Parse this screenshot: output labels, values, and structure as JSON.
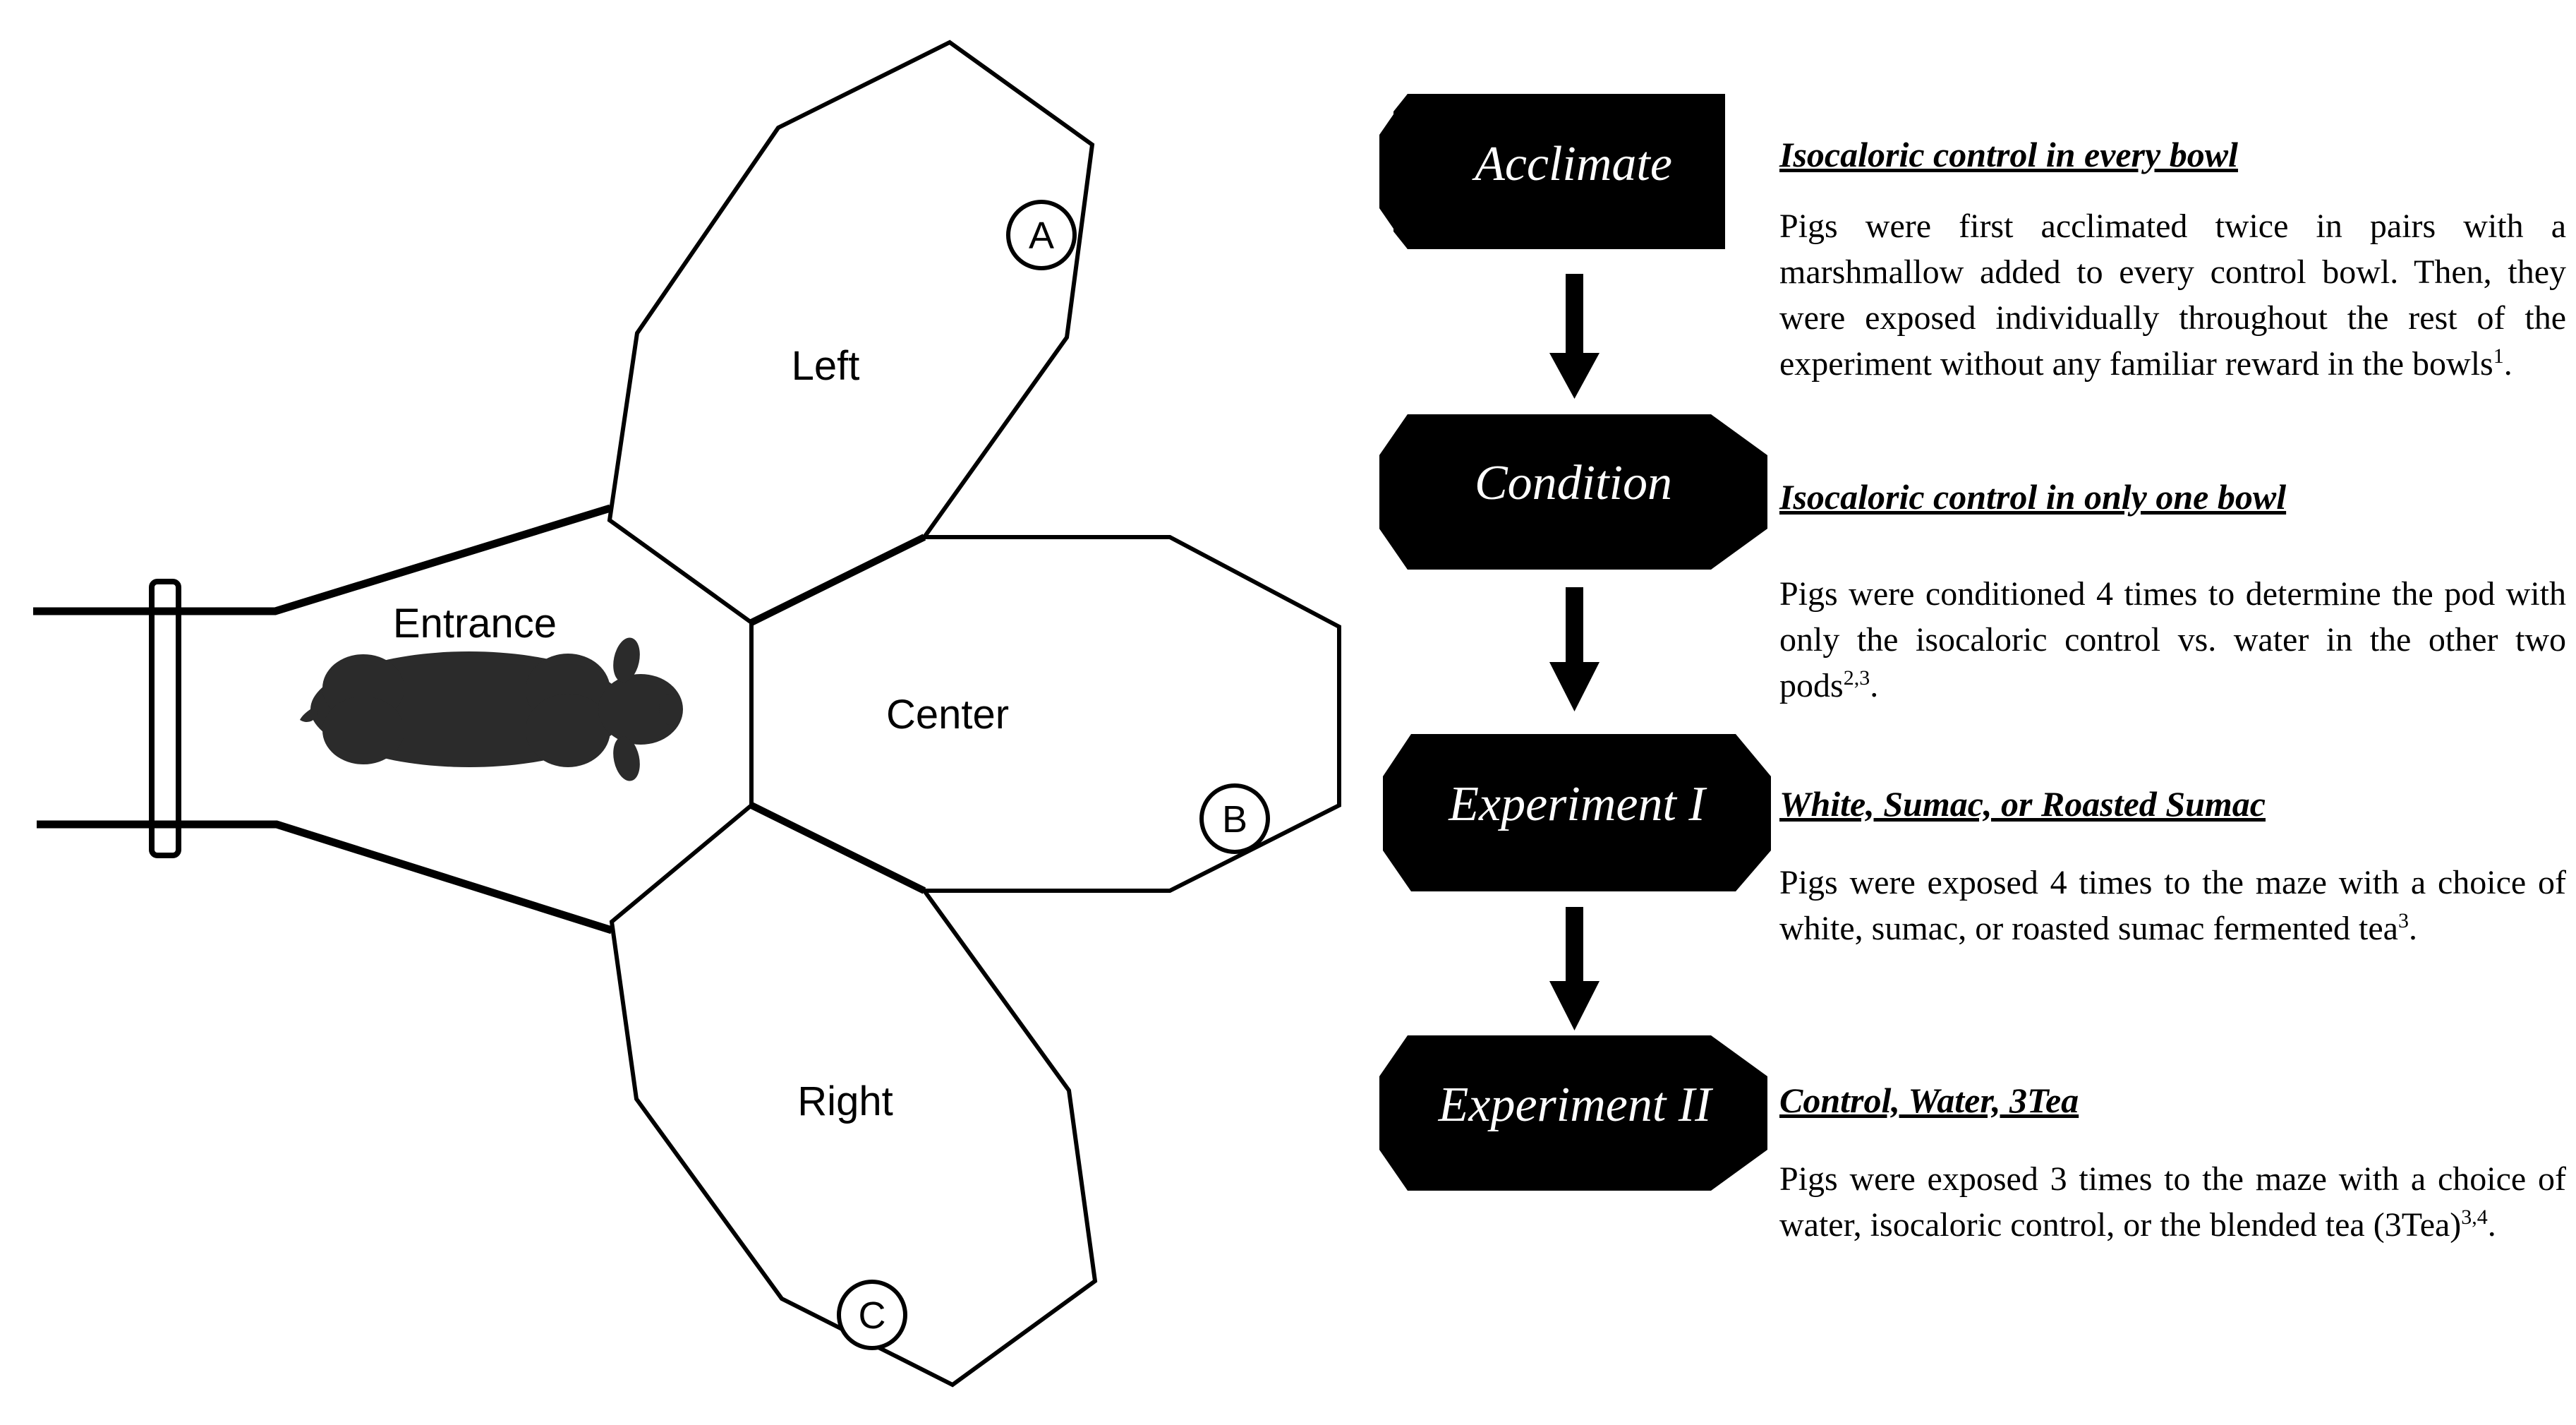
{
  "maze": {
    "entrance_label": "Entrance",
    "left_label": "Left",
    "center_label": "Center",
    "right_label": "Right",
    "bowls": {
      "a": "A",
      "b": "B",
      "c": "C"
    }
  },
  "stages": [
    {
      "label": "Acclimate",
      "heading": "Isocaloric control in every bowl",
      "description": "Pigs were first acclimated twice in pairs with a marshmallow added to every control bowl. Then, they were exposed individually throughout the rest of the experiment without any familiar reward in the bowls",
      "footnote": "1",
      "end": "."
    },
    {
      "label": "Condition",
      "heading": "Isocaloric control in only one bowl",
      "description": "Pigs were conditioned 4 times to determine the pod with only the isocaloric control vs. water in the other two pods",
      "footnote": "2,3",
      "end": "."
    },
    {
      "label": "Experiment I",
      "heading": "White, Sumac, or Roasted Sumac",
      "description": "Pigs were exposed 4 times to the maze with a choice of white, sumac, or roasted sumac fermented tea",
      "footnote": "3",
      "end": "."
    },
    {
      "label": "Experiment II",
      "heading": "Control, Water, 3Tea",
      "description": "Pigs were exposed 3 times to the maze with a choice of water, isocaloric control, or the blended tea (3Tea)",
      "footnote": "3,4",
      "end": "."
    }
  ],
  "colors": {
    "ink": "#000000",
    "paper": "#ffffff"
  }
}
